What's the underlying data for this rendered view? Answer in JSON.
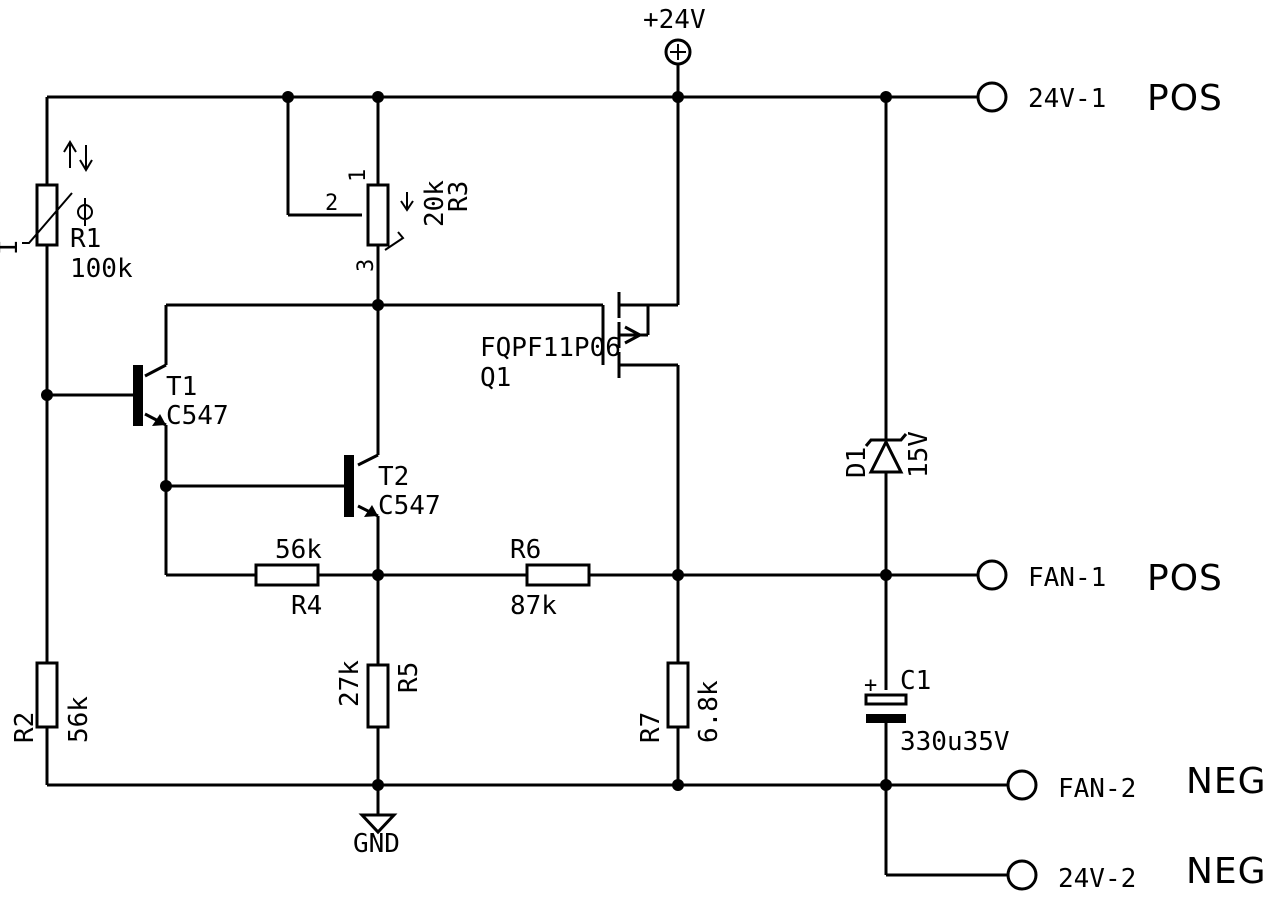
{
  "supply": {
    "label": "+24V",
    "gnd_label": "GND"
  },
  "components": {
    "r1": {
      "ref": "R1",
      "value": "100k",
      "pin": "I"
    },
    "r2": {
      "ref": "R2",
      "value": "56k"
    },
    "r3": {
      "ref": "R3",
      "value": "20k",
      "pin1": "1",
      "pin2": "2",
      "pin3": "3"
    },
    "r4": {
      "ref": "R4",
      "value": "56k"
    },
    "r5": {
      "ref": "R5",
      "value": "27k"
    },
    "r6": {
      "ref": "R6",
      "value": "87k"
    },
    "r7": {
      "ref": "R7",
      "value": "6.8k"
    },
    "t1": {
      "ref": "T1",
      "value": "C547"
    },
    "t2": {
      "ref": "T2",
      "value": "C547"
    },
    "q1": {
      "ref": "Q1",
      "value": "FQPF11P06"
    },
    "d1": {
      "ref": "D1",
      "value": "15V"
    },
    "c1": {
      "ref": "C1",
      "value": "330u35V",
      "polarity": "+"
    }
  },
  "terminals": [
    {
      "name": "24V-1",
      "polarity": "POS"
    },
    {
      "name": "FAN-1",
      "polarity": "POS"
    },
    {
      "name": "FAN-2",
      "polarity": "NEG"
    },
    {
      "name": "24V-2",
      "polarity": "NEG"
    }
  ]
}
